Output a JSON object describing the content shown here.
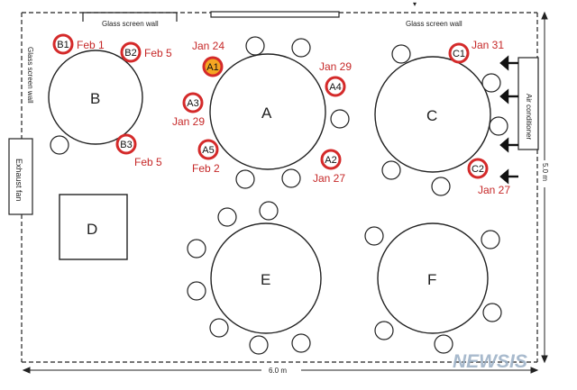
{
  "labels": {
    "glass_wall_top_left": "Glass screen wall",
    "glass_wall_top_right": "Glass screen wall",
    "glass_wall_left": "Glass screen wall",
    "exhaust_fan": "Exhaust fan",
    "air_conditioner": "Air conditioner",
    "dimension_width": "6.0 m",
    "dimension_height": "5.0 m",
    "watermark": "NEWSIS"
  },
  "tables": {
    "A": "A",
    "B": "B",
    "C": "C",
    "D": "D",
    "E": "E",
    "F": "F"
  },
  "seats": {
    "A1": {
      "code": "A1",
      "date": "Jan 24",
      "highlight": "#f5a623"
    },
    "A2": {
      "code": "A2",
      "date": "Jan 27"
    },
    "A3": {
      "code": "A3",
      "date": "Jan 29"
    },
    "A4": {
      "code": "A4",
      "date": "Jan 29"
    },
    "A5": {
      "code": "A5",
      "date": "Feb 2"
    },
    "B1": {
      "code": "B1",
      "date": "Feb 1"
    },
    "B2": {
      "code": "B2",
      "date": "Feb 5"
    },
    "B3": {
      "code": "B3",
      "date": "Feb 5"
    },
    "C1": {
      "code": "C1",
      "date": "Jan 31"
    },
    "C2": {
      "code": "C2",
      "date": "Jan 27"
    }
  },
  "colors": {
    "case_ring": "#d42a2a",
    "case_text": "#c62828",
    "line": "#222222",
    "watermark": "#9fb3c8"
  }
}
